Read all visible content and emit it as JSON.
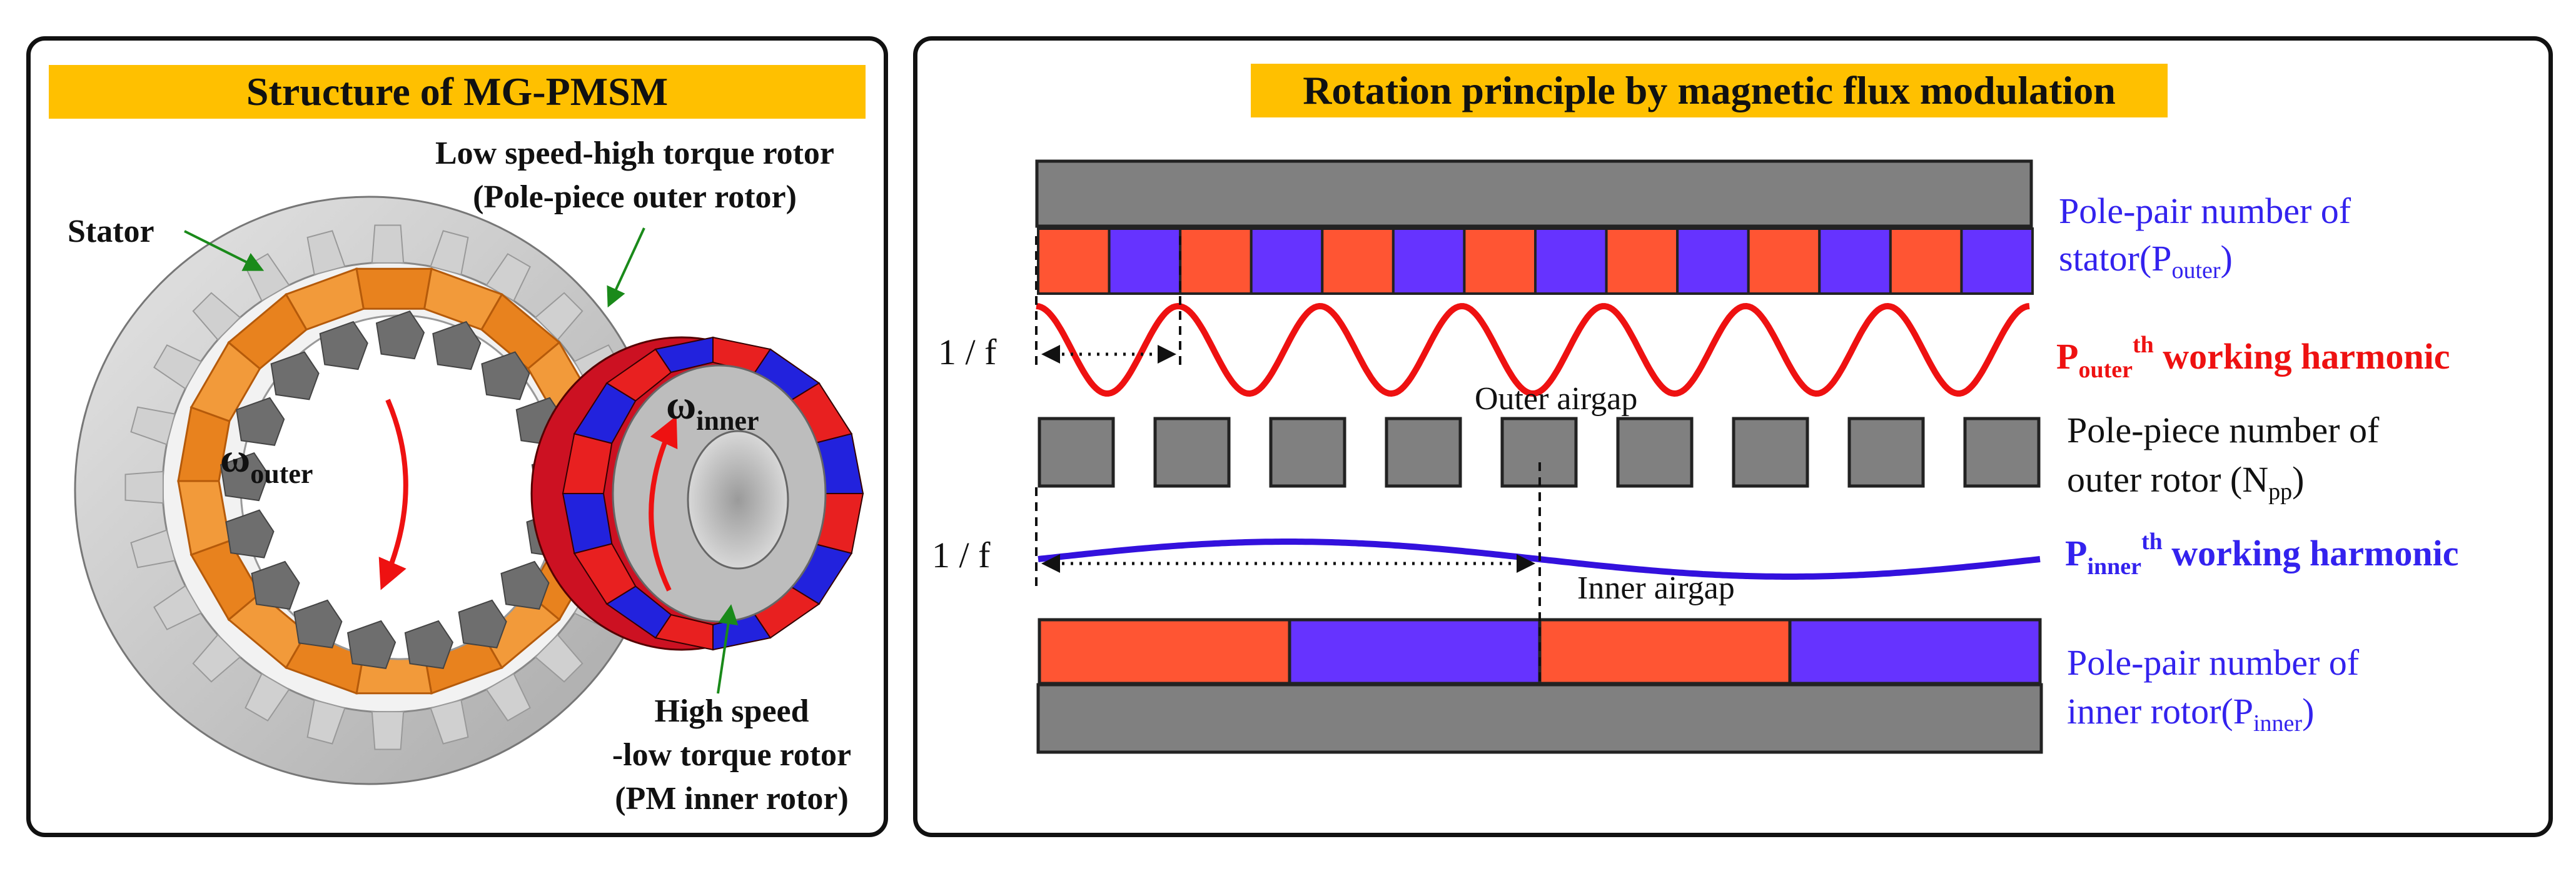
{
  "left_panel": {
    "title": "Structure of MG-PMSM",
    "stator_label": "Stator",
    "outer_rotor_label_line1": "Low speed-high torque rotor",
    "outer_rotor_label_line2": "(Pole-piece outer rotor)",
    "inner_rotor_label_line1": "High speed",
    "inner_rotor_label_line2": "-low torque rotor",
    "inner_rotor_label_line3": "(PM inner rotor)",
    "omega_outer_symbol": "ω",
    "omega_outer_sub": "outer",
    "omega_inner_symbol": "ω",
    "omega_inner_sub": "inner"
  },
  "right_panel": {
    "title": "Rotation principle by magnetic flux modulation",
    "stator_pp_line1": "Pole-pair number of",
    "stator_pp_line2_main": "stator(P",
    "stator_pp_line2_sub": "outer",
    "stator_pp_line2_end": ")",
    "outer_harmonic_p": "P",
    "outer_harmonic_sub": "outer",
    "outer_harmonic_sup": "th",
    "outer_harmonic_text": " working harmonic",
    "period_label_1": "1 / f",
    "outer_airgap": "Outer airgap",
    "pole_piece_line1": "Pole-piece number of",
    "pole_piece_line2_main": "outer rotor (N",
    "pole_piece_line2_sub": "pp",
    "pole_piece_line2_end": ")",
    "period_label_2": "1 / f",
    "inner_harmonic_p": "P",
    "inner_harmonic_sub": "inner",
    "inner_harmonic_sup": "th",
    "inner_harmonic_text": " working harmonic",
    "inner_airgap": "Inner airgap",
    "inner_pp_line1": "Pole-pair number of",
    "inner_pp_line2_main": "inner rotor(P",
    "inner_pp_line2_sub": "inner",
    "inner_pp_line2_end": ")"
  },
  "colors": {
    "title_bg": "#FFC000",
    "magnet_red": "#FF5533",
    "magnet_blue": "#6633FF",
    "steel_gray": "#808080",
    "outer_wave": "#EE1111",
    "inner_wave": "#3311DD",
    "label_blue": "#3322EE",
    "label_red": "#EE1111",
    "stator_orange": "#E8821E"
  },
  "diagram": {
    "stator_magnet_segments": 14,
    "pole_pieces": 9,
    "inner_magnet_segments": 4,
    "outer_wave_cycles": 7,
    "inner_wave_cycles": 1
  }
}
